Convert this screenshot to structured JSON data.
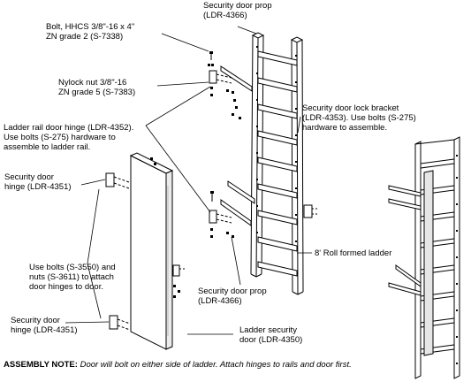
{
  "labels": {
    "bolt": "Bolt, HHCS 3/8\"-16 x 4\"\nZN grade 2 (S-7338)",
    "prop_top": "Security door prop\n(LDR-4366)",
    "nylock": "Nylock nut 3/8\"-16\nZN grade 5 (S-7383)",
    "lock_bracket": "Security door lock bracket\n(LDR-4353). Use bolts (S-275)\nhardware to assemble.",
    "rail_hinge": "Ladder rail door hinge (LDR-4352).\nUse bolts (S-275) hardware to\nassemble to ladder rail.",
    "hinge_top": "Security door\nhinge (LDR-4351)",
    "bolts_note": "Use bolts (S-3550) and\nnuts (S-3611) to attach\ndoor hinges to door.",
    "roll_ladder": "8' Roll formed ladder",
    "prop_bottom": "Security door prop\n(LDR-4366)",
    "hinge_bottom": "Security door\nhinge (LDR-4351)",
    "security_door": "Ladder security\ndoor (LDR-4350)"
  },
  "assembly_note": {
    "title": "ASSEMBLY NOTE:",
    "text": "Door will bolt on either side of ladder. Attach hinges to rails and door first."
  },
  "colors": {
    "line": "#000000",
    "panel": "#ffffff",
    "door_edge": "#d9d9d9"
  },
  "icons": [
    "exploded-ladder",
    "security-door",
    "assembled-ladder"
  ]
}
